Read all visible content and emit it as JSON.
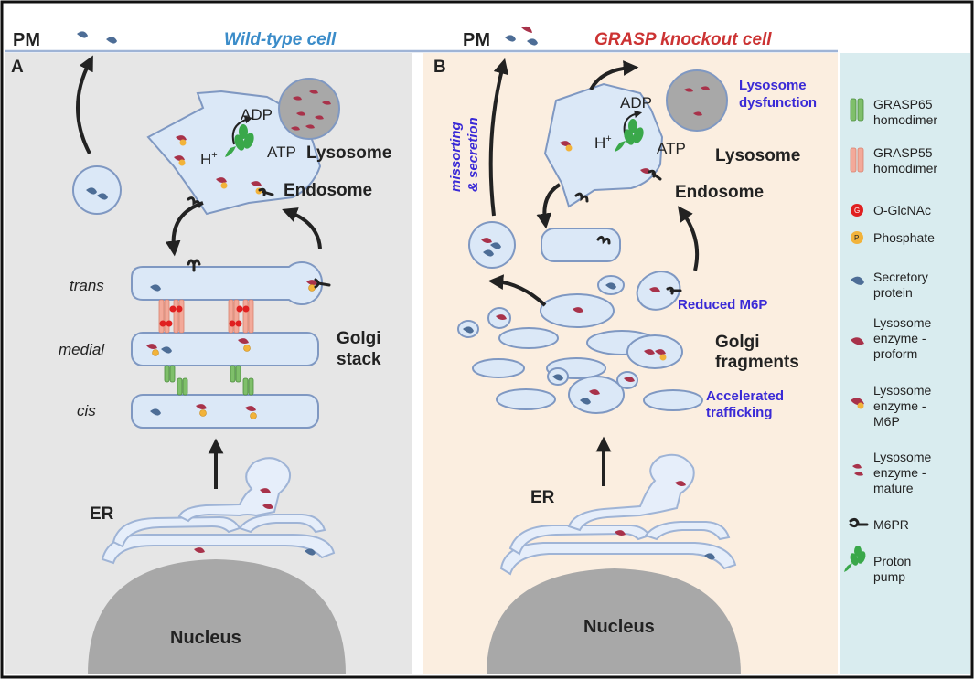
{
  "colors": {
    "panel_a_bg": "#e6e6e6",
    "panel_b_bg": "#fbeee0",
    "legend_bg": "#d9ecef",
    "membrane": "#9fb4d6",
    "organelle_fill": "#dbe8f7",
    "secretory": "#4d6d96",
    "enzyme": "#a8324a",
    "phosphate": "#f2b33a",
    "oglcnac": "#e02020",
    "grasp65": "#7fbf6a",
    "grasp55": "#f3a999",
    "pump": "#3aa84a",
    "wt_title": "#3b8cc9",
    "ko_title": "#cc3333",
    "annotation": "#3a2ad6"
  },
  "header": {
    "pm_left": "PM",
    "wt_title": "Wild-type cell",
    "pm_right": "PM",
    "ko_title": "GRASP knockout cell"
  },
  "panel_a": {
    "letter": "A",
    "adp": "ADP",
    "atp": "ATP",
    "h_plus": "H",
    "h_sup": "+",
    "lysosome": "Lysosome",
    "endosome": "Endosome",
    "trans": "trans",
    "medial": "medial",
    "cis": "cis",
    "golgi_line1": "Golgi",
    "golgi_line2": "stack",
    "er": "ER",
    "nucleus": "Nucleus"
  },
  "panel_b": {
    "letter": "B",
    "missort_line1": "missorting",
    "missort_line2": "& secretion",
    "adp": "ADP",
    "atp": "ATP",
    "h_plus": "H",
    "h_sup": "+",
    "lyso_dys_line1": "Lysosome",
    "lyso_dys_line2": "dysfunction",
    "lysosome": "Lysosome",
    "endosome": "Endosome",
    "reduced_m6p": "Reduced M6P",
    "golgi_line1": "Golgi",
    "golgi_line2": "fragments",
    "accel_line1": "Accelerated",
    "accel_line2": "trafficking",
    "er": "ER",
    "nucleus": "Nucleus"
  },
  "legend": {
    "items": [
      {
        "icon": "grasp65-icon",
        "line1": "GRASP65",
        "line2": "homodimer"
      },
      {
        "icon": "grasp55-icon",
        "line1": "GRASP55",
        "line2": "homodimer"
      },
      {
        "icon": "oglcnac-icon",
        "glyph": "G",
        "line1": "O-GlcNAc"
      },
      {
        "icon": "phosphate-icon",
        "glyph": "P",
        "line1": "Phosphate"
      },
      {
        "icon": "secretory-protein-icon",
        "line1": "Secretory",
        "line2": "protein"
      },
      {
        "icon": "enzyme-proform-icon",
        "line1": "Lysosome",
        "line2": "enzyme -",
        "line3": "proform"
      },
      {
        "icon": "enzyme-m6p-icon",
        "line1": "Lysosome",
        "line2": "enzyme -",
        "line3": "M6P"
      },
      {
        "icon": "enzyme-mature-icon",
        "line1": "Lysosome",
        "line2": "enzyme -",
        "line3": "mature"
      },
      {
        "icon": "m6pr-icon",
        "line1": "M6PR"
      },
      {
        "icon": "proton-pump-icon",
        "line1": "Proton",
        "line2": "pump"
      }
    ]
  }
}
